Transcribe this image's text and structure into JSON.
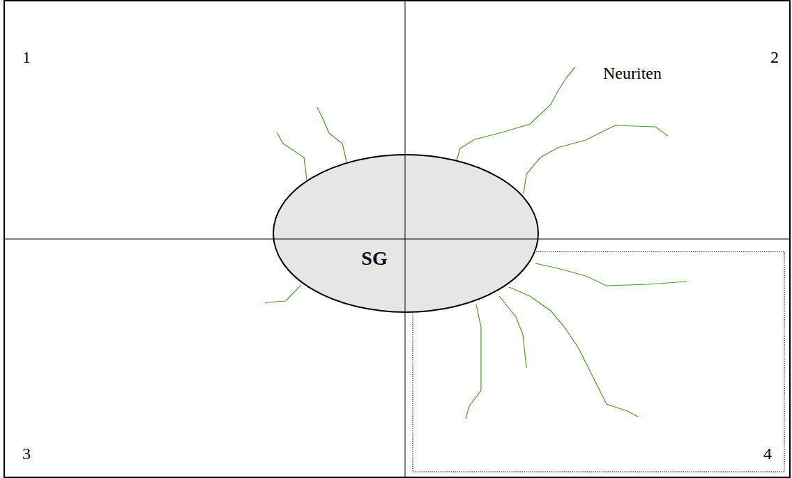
{
  "diagram": {
    "nodes": [
      {
        "text": [
          "SG"
        ]
      }
    ],
    "labels": [
      "1",
      "2",
      "3",
      "4",
      "Neuriten"
    ]
  }
}
